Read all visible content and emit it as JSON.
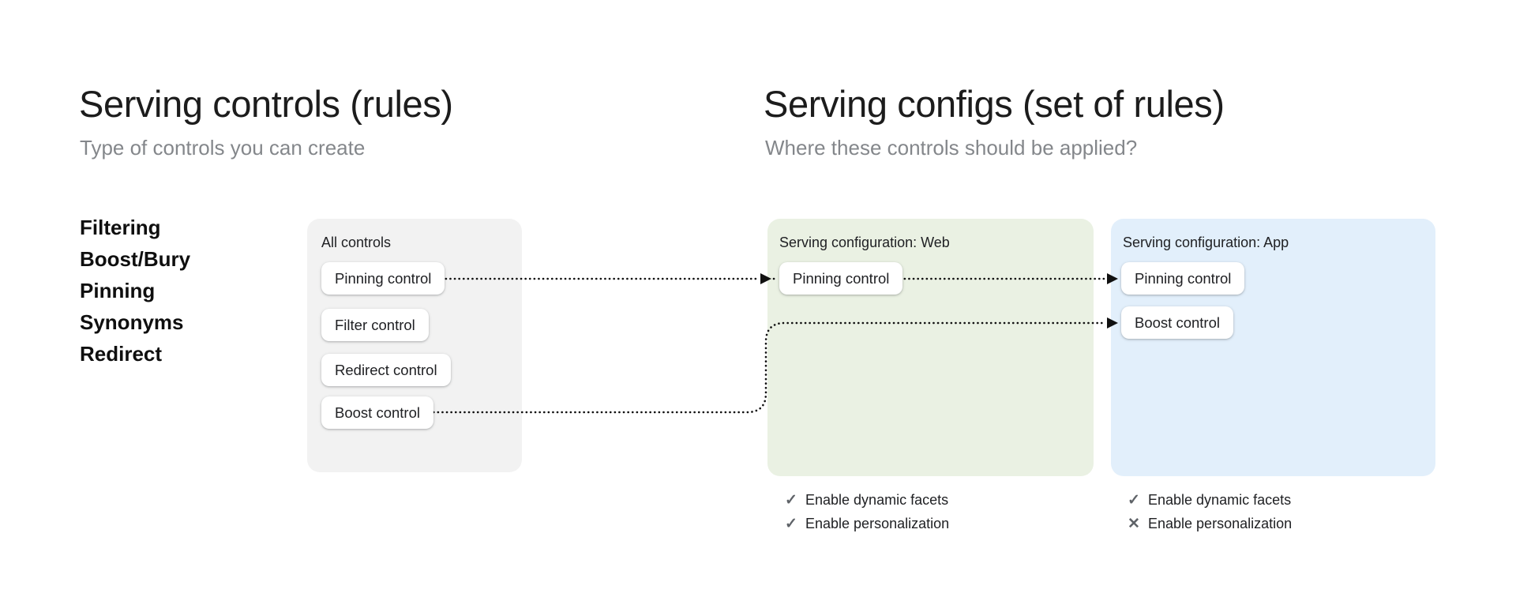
{
  "left_section": {
    "title": "Serving controls (rules)",
    "subtitle": "Type of controls you can create",
    "control_types": [
      "Filtering",
      "Boost/Bury",
      "Pinning",
      "Synonyms",
      "Redirect"
    ],
    "all_controls_card": {
      "label": "All controls",
      "controls": [
        "Pinning control",
        "Filter control",
        "Redirect control",
        "Boost control"
      ]
    }
  },
  "right_section": {
    "title": "Serving configs (set of rules)",
    "subtitle": "Where these controls should be applied?",
    "configs": [
      {
        "label": "Serving configuration: Web",
        "controls": [
          "Pinning control"
        ],
        "features": [
          {
            "label": "Enable dynamic facets",
            "icon": "check-icon"
          },
          {
            "label": "Enable personalization",
            "icon": "check-icon"
          }
        ]
      },
      {
        "label": "Serving configuration: App",
        "controls": [
          "Pinning control",
          "Boost control"
        ],
        "features": [
          {
            "label": "Enable dynamic facets",
            "icon": "check-icon"
          },
          {
            "label": "Enable personalization",
            "icon": "cross-icon"
          }
        ]
      }
    ]
  },
  "colors": {
    "all_controls_card_bg": "#F2F2F2",
    "web_card_bg": "#EAF1E3",
    "app_card_bg": "#E2EFFB",
    "chip_bg": "#FFFFFF",
    "arrow": "#111111",
    "feature_icon_gray": "#5F6368",
    "subtitle_gray": "#84878B",
    "title_text": "#1C1C1C"
  }
}
